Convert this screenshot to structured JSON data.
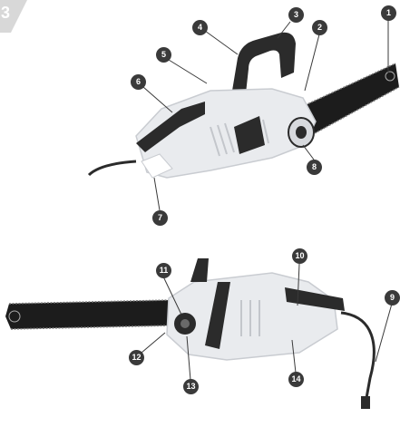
{
  "figure": {
    "figure_number": "3",
    "top_view_callouts": [
      "1",
      "2",
      "3",
      "4",
      "5",
      "6",
      "7",
      "8"
    ],
    "bottom_view_callouts": [
      "9",
      "10",
      "11",
      "12",
      "13",
      "14"
    ]
  },
  "colors": {
    "callout_fill": "#3a3a3a",
    "callout_text": "#ffffff",
    "housing": "#e9ebee",
    "housing_shadow": "#c9ccd1",
    "dark_parts": "#2b2b2b",
    "bar": "#1c1c1c",
    "chain": "#6a6a6a",
    "corner_tab": "#d8d8d8"
  },
  "icons": [
    "chainsaw-illustration",
    "power-cord",
    "guide-bar",
    "chain"
  ]
}
